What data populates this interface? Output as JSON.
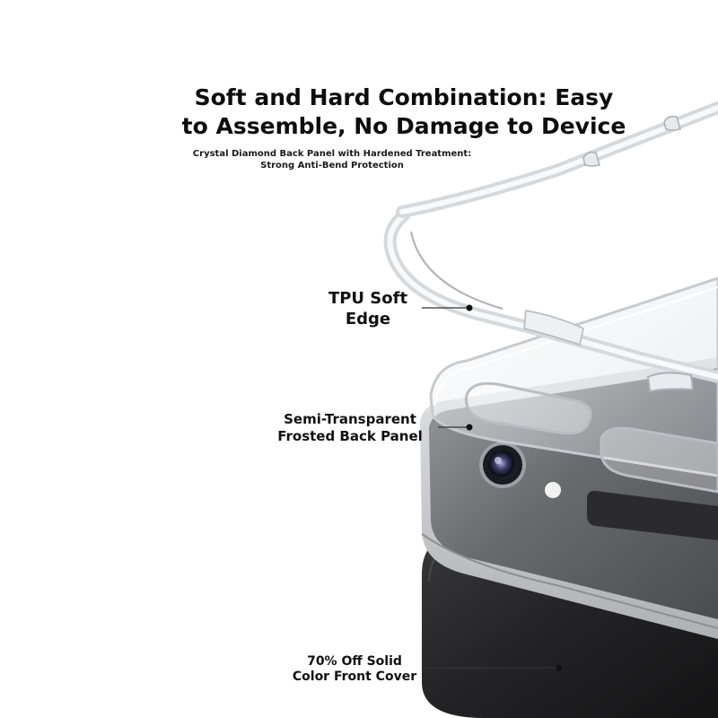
{
  "headline": {
    "line1": "Soft and Hard Combination: Easy",
    "line2": "to Assemble, No Damage to Device"
  },
  "subhead": {
    "line1": "Crystal Diamond Back Panel with Hardened Treatment:",
    "line2": "Strong Anti-Bend Protection"
  },
  "callouts": {
    "tpu_edge": {
      "line1": "TPU Soft",
      "line2": "Edge"
    },
    "back_panel": {
      "line1": "Semi-Transparent",
      "line2": "Frosted Back Panel"
    },
    "front_cover": {
      "line1": "70% Off Solid",
      "line2": "Color Front Cover"
    }
  },
  "colors": {
    "background": "#ffffff",
    "text": "#111111",
    "front_cover": "#2b2b2d",
    "device_body": "#6e6f73",
    "device_frame": "#c9cacd",
    "clear_case": "#dfe3e6",
    "callout_line": "#333333"
  }
}
